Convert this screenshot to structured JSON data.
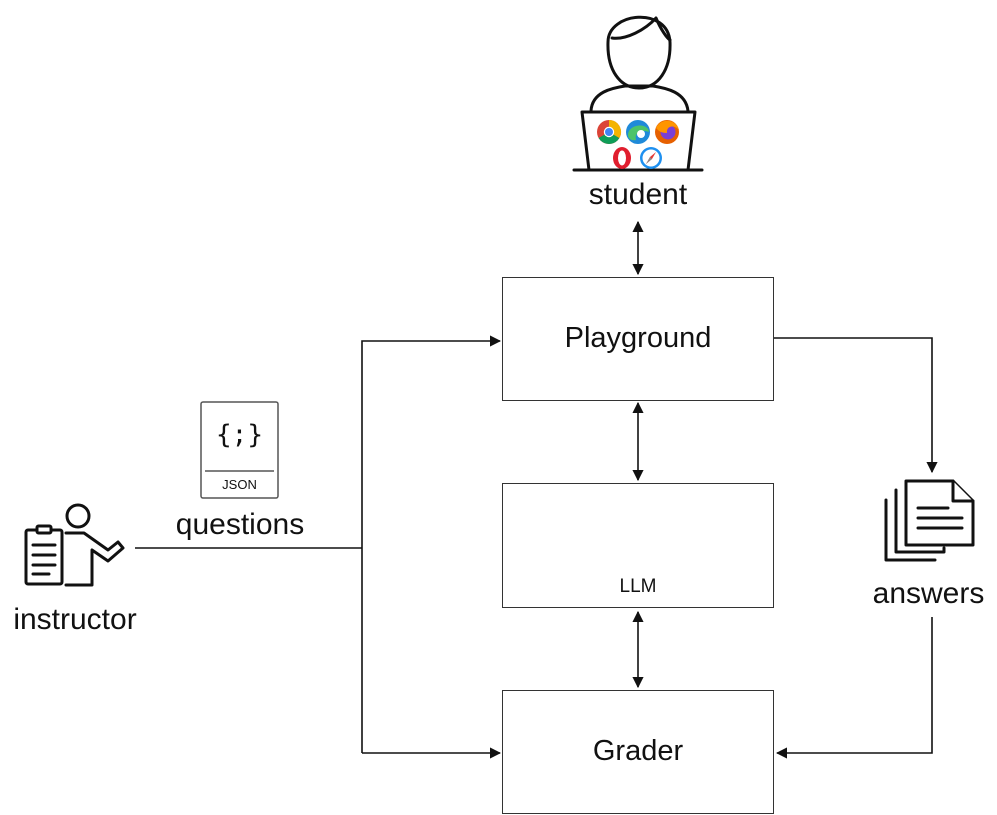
{
  "nodes": {
    "student": {
      "label": "student"
    },
    "playground": {
      "label": "Playground"
    },
    "llm": {
      "label": "LLM"
    },
    "grader": {
      "label": "Grader"
    },
    "instructor": {
      "label": "instructor"
    },
    "questions": {
      "label": "questions",
      "file_badge": "JSON",
      "file_symbol": "{;}"
    },
    "answers": {
      "label": "answers"
    }
  },
  "icons": {
    "student": "person-at-laptop-icon",
    "browsers": [
      "chrome-icon",
      "edge-icon",
      "firefox-icon",
      "opera-icon",
      "safari-icon"
    ],
    "llm_providers": [
      "meta-icon",
      "openai-icon",
      "google-icon"
    ],
    "instructor": "instructor-presenting-icon",
    "questions": "json-file-icon",
    "answers": "documents-stack-icon"
  },
  "colors": {
    "line": "#111111",
    "meta": "#0a7cf2",
    "google_blue": "#4285F4",
    "google_red": "#EA4335",
    "google_yellow": "#FBBC05",
    "google_green": "#34A853"
  }
}
